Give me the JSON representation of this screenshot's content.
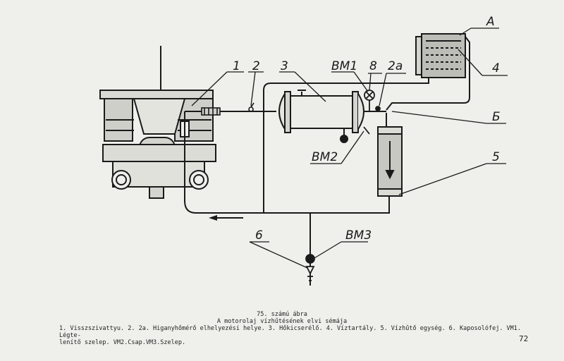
{
  "caption": {
    "number": "75. számú ábra",
    "title": "A motorolaj vízhűtésének elvi sémája",
    "legend_line1": "1. Visszszivattyu. 2. 2a. Higanyhőmérő elhelyezési helye. 3. Hőkicserélő. 4. Víztartály. 5. Vízhűtő egység. 6. Kaposolófej. VM1. Légte-",
    "legend_line2": "lenítő szelep. VM2.Csap.VM3.Szelep."
  },
  "page_number": "72",
  "labels": {
    "a": "А",
    "four": "4",
    "vm1": "ВМ1",
    "eight": "8",
    "two_a": "2а",
    "three": "3",
    "two": "2",
    "one": "1",
    "b": "Б",
    "five": "5",
    "vm2": "ВМ2",
    "six": "6",
    "vm3": "ВМ3"
  }
}
